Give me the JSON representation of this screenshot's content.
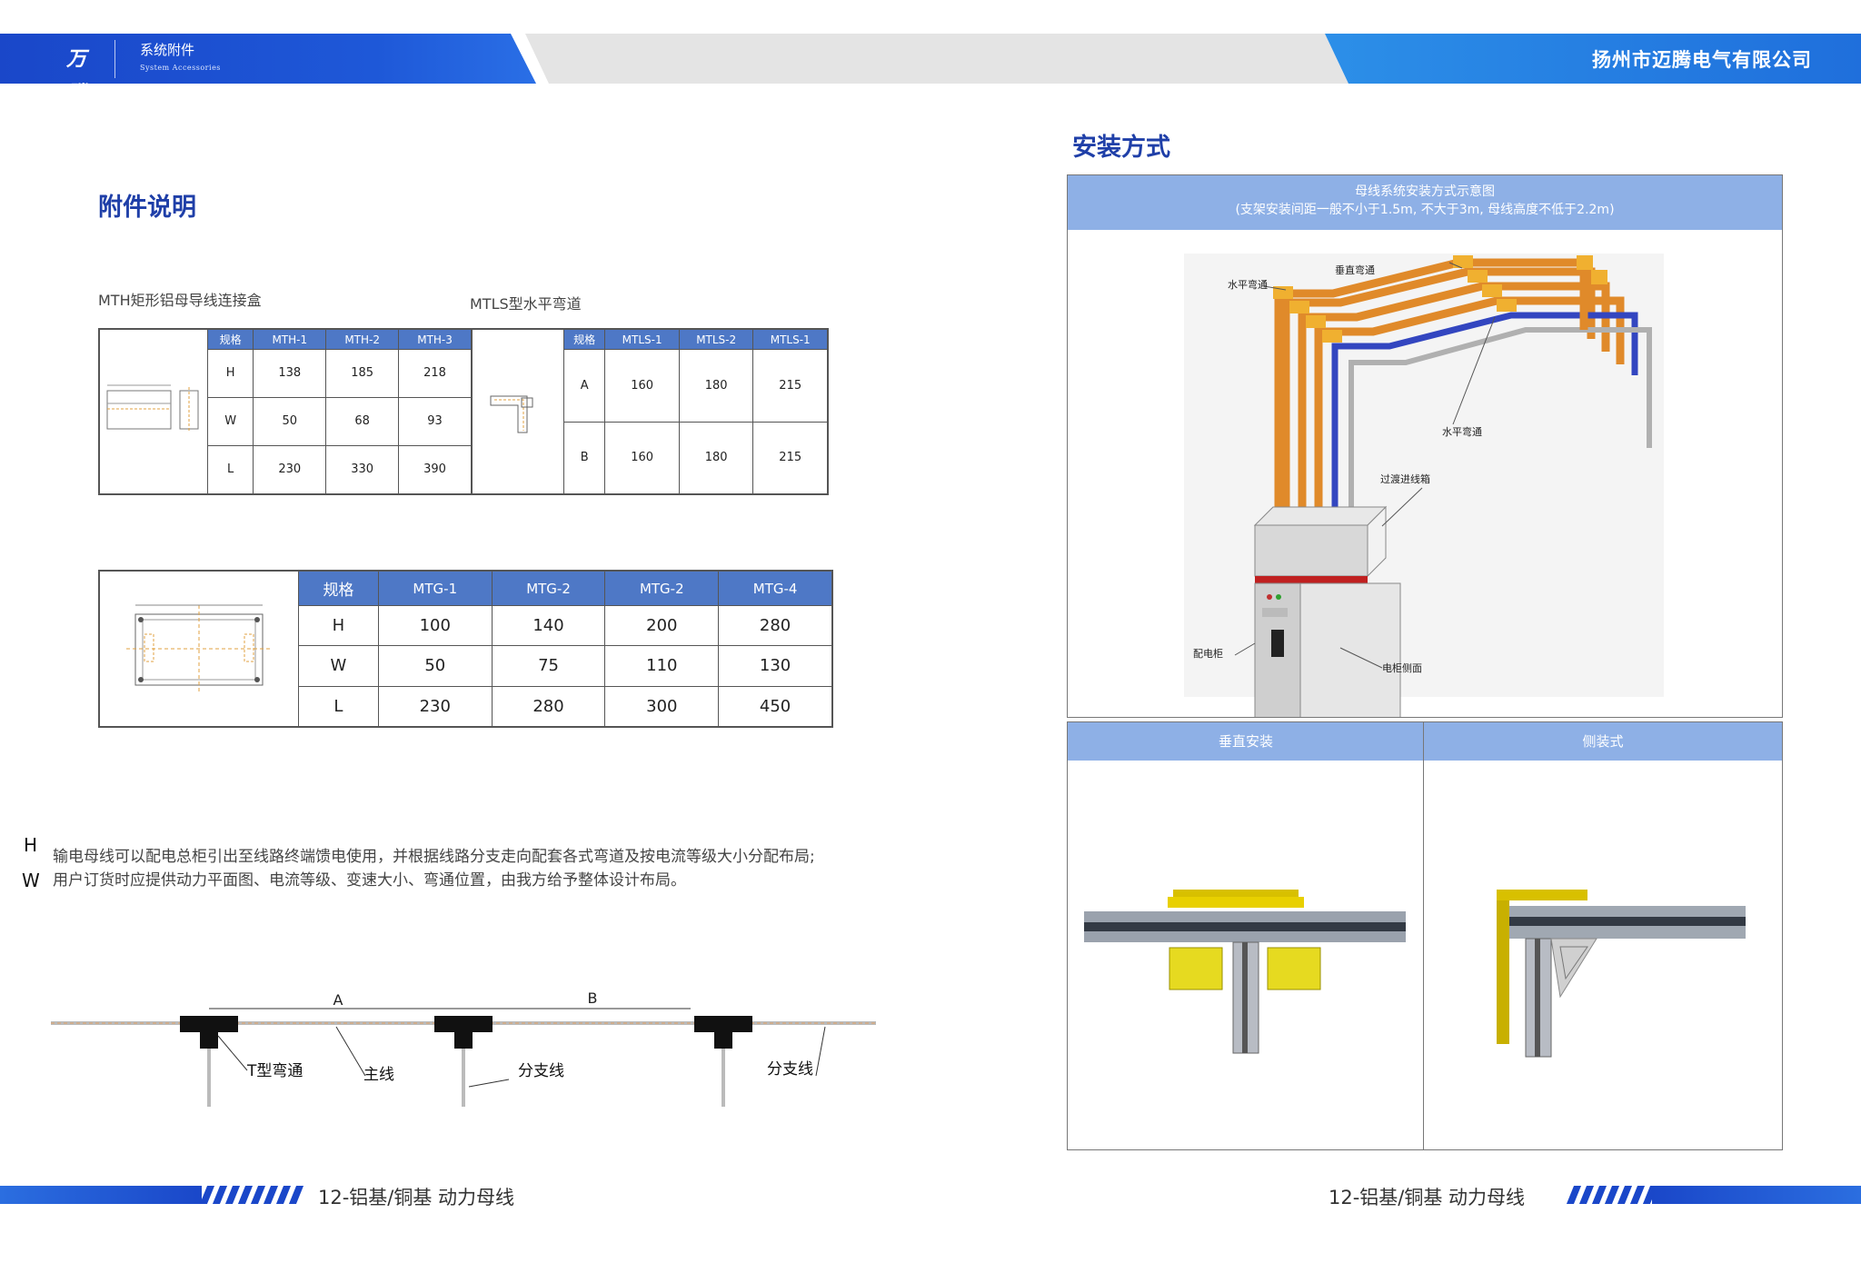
{
  "header": {
    "logo_text": "万腾",
    "section": "系统附件",
    "section_en": "System Accessories",
    "company": "扬州市迈腾电气有限公司"
  },
  "left": {
    "title": "附件说明",
    "mth": {
      "caption": "MTH矩形铝母导线连接盒",
      "headers": [
        "规格",
        "MTH-1",
        "MTH-2",
        "MTH-3"
      ],
      "rows": [
        [
          "H",
          "138",
          "185",
          "218"
        ],
        [
          "W",
          "50",
          "68",
          "93"
        ],
        [
          "L",
          "230",
          "330",
          "390"
        ]
      ]
    },
    "mtls": {
      "caption": "MTLS型水平弯道",
      "headers": [
        "规格",
        "MTLS-1",
        "MTLS-2",
        "MTLS-1"
      ],
      "rows": [
        [
          "A",
          "160",
          "180",
          "215"
        ],
        [
          "B",
          "160",
          "180",
          "215"
        ]
      ]
    },
    "mtg": {
      "headers": [
        "规格",
        "MTG-1",
        "MTG-2",
        "MTG-2",
        "MTG-4"
      ],
      "rows": [
        [
          "H",
          "100",
          "140",
          "200",
          "280"
        ],
        [
          "W",
          "50",
          "75",
          "110",
          "130"
        ],
        [
          "L",
          "230",
          "280",
          "300",
          "450"
        ]
      ]
    },
    "hw_labels": [
      "H",
      "W"
    ],
    "paragraph": [
      "输电母线可以配电总柜引出至线路终端馈电使用，并根据线路分支走向配套各式弯道及按电流等级大小分配布局;",
      "用户订货时应提供动力平面图、电流等级、变速大小、弯通位置，由我方给予整体设计布局。"
    ],
    "diagram": {
      "dim_a": "A",
      "dim_b": "B",
      "t_label": "T型弯通",
      "main_label": "主线",
      "branch1": "分支线",
      "branch2": "分支线"
    }
  },
  "right": {
    "title": "安装方式",
    "panel_head_1": "母线系统安装方式示意图",
    "panel_head_2": "(支架安装间距一般不小于1.5m, 不大于3m, 母线高度不低于2.2m)",
    "labels": {
      "vertical_elbow": "垂直弯通",
      "horizontal_elbow_top": "水平弯通",
      "horizontal_elbow": "水平弯通",
      "transition_box": "过渡进线箱",
      "cabinet": "配电柜",
      "cabinet_side": "电柜侧面"
    },
    "vertical_title": "垂直安装",
    "side_title": "侧装式"
  },
  "footer": {
    "left": "12-铝基/铜基 动力母线",
    "right": "12-铝基/铜基 动力母线"
  }
}
